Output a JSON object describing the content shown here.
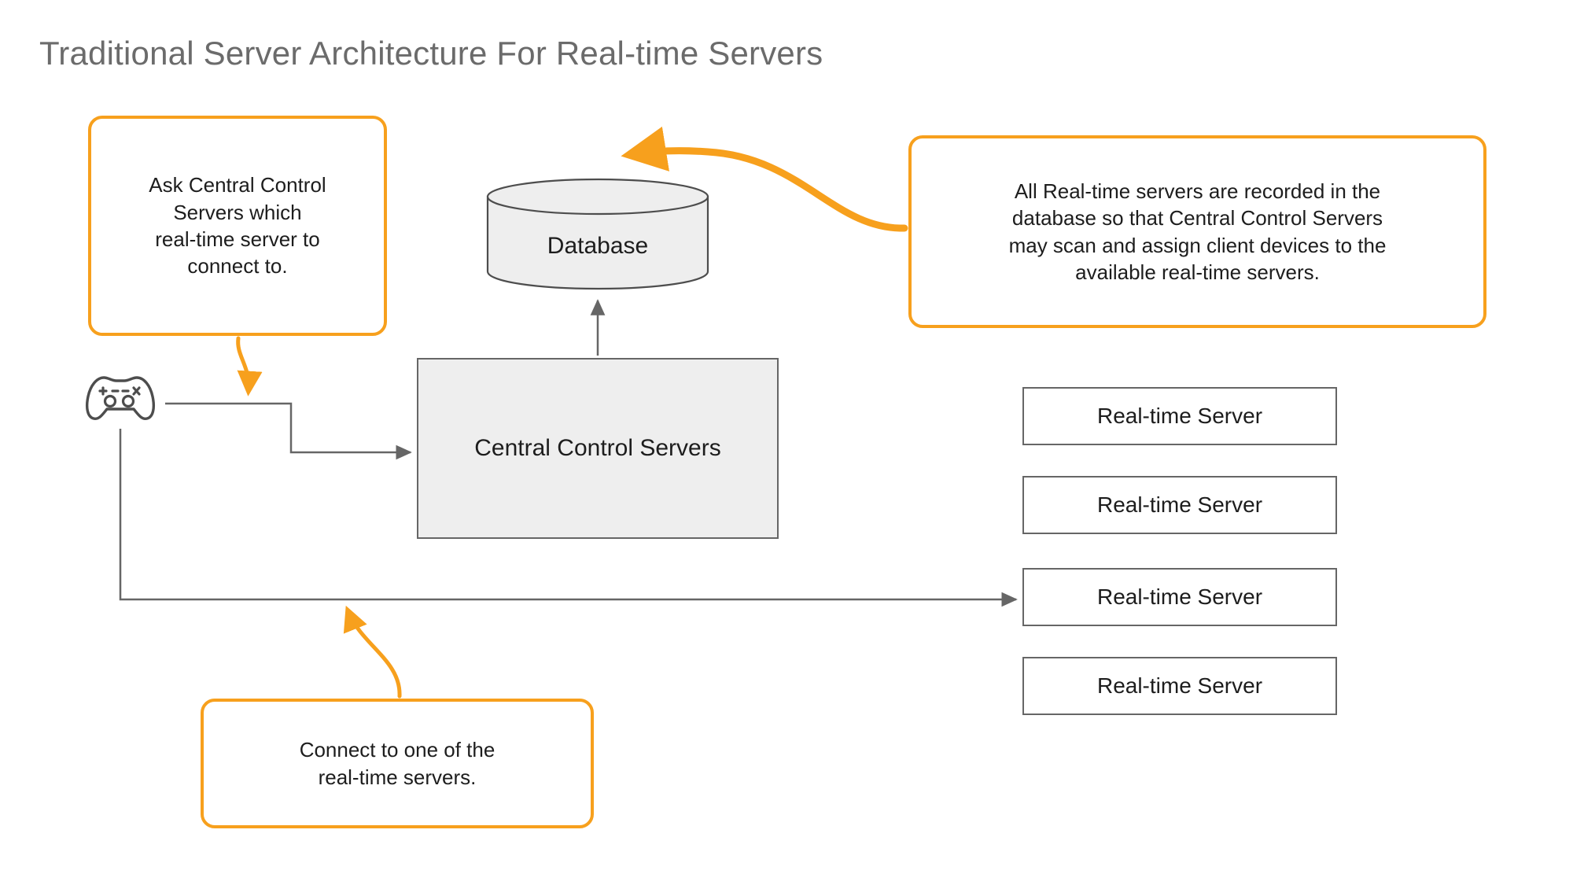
{
  "page": {
    "title": "Traditional Server Architecture For Real-time Servers",
    "background_color": "#ffffff",
    "title_color": "#6b6b6b",
    "accent_color": "#f7a01d",
    "node_border_color": "#666666",
    "node_fill_gray": "#eeeeee",
    "node_fill_white": "#ffffff",
    "text_color": "#1d1d1d"
  },
  "nodes": {
    "client": {
      "icon": "game-controller-icon",
      "label": ""
    },
    "database": {
      "label": "Database",
      "shape": "cylinder",
      "fill": "#eeeeee"
    },
    "central_control_servers": {
      "label": "Central Control Servers",
      "shape": "rectangle",
      "fill": "#eeeeee"
    },
    "realtime_servers": [
      {
        "label": "Real-time Server"
      },
      {
        "label": "Real-time Server"
      },
      {
        "label": "Real-time Server"
      },
      {
        "label": "Real-time Server"
      }
    ]
  },
  "callouts": {
    "ask": {
      "lines": [
        "Ask Central Control",
        "Servers which",
        "real-time server to",
        "connect to."
      ],
      "text": "Ask Central Control Servers which real-time server to connect to."
    },
    "database_note": {
      "lines": [
        "All Real-time servers are recorded in the",
        "database so that Central Control Servers",
        "may scan and assign client devices to the",
        "available real-time servers."
      ],
      "text": "All Real-time servers are recorded in the database so that Central Control Servers may scan and assign client devices to the available real-time servers."
    },
    "connect": {
      "lines": [
        "Connect to one of the",
        "real-time servers."
      ],
      "text": "Connect to one of the real-time servers."
    }
  },
  "connectors": [
    {
      "name": "client-to-central-control",
      "from": "client",
      "to": "central_control_servers",
      "style": "orthogonal",
      "color": "#666666",
      "arrow": true
    },
    {
      "name": "central-control-to-database",
      "from": "central_control_servers",
      "to": "database",
      "style": "straight",
      "color": "#666666",
      "arrow": true
    },
    {
      "name": "client-to-realtime-server-3",
      "from": "client",
      "to": "realtime_servers.2",
      "style": "orthogonal",
      "color": "#666666",
      "arrow": true
    },
    {
      "name": "ask-callout-to-client-link",
      "from": "callouts.ask",
      "to": "client-to-central-control",
      "style": "curved",
      "color": "#f7a01d",
      "arrow": true
    },
    {
      "name": "database-note-to-database",
      "from": "callouts.database_note",
      "to": "database",
      "style": "curved",
      "color": "#f7a01d",
      "arrow": true
    },
    {
      "name": "connect-callout-to-realtime-link",
      "from": "callouts.connect",
      "to": "client-to-realtime-server-3",
      "style": "curved",
      "color": "#f7a01d",
      "arrow": true
    }
  ]
}
